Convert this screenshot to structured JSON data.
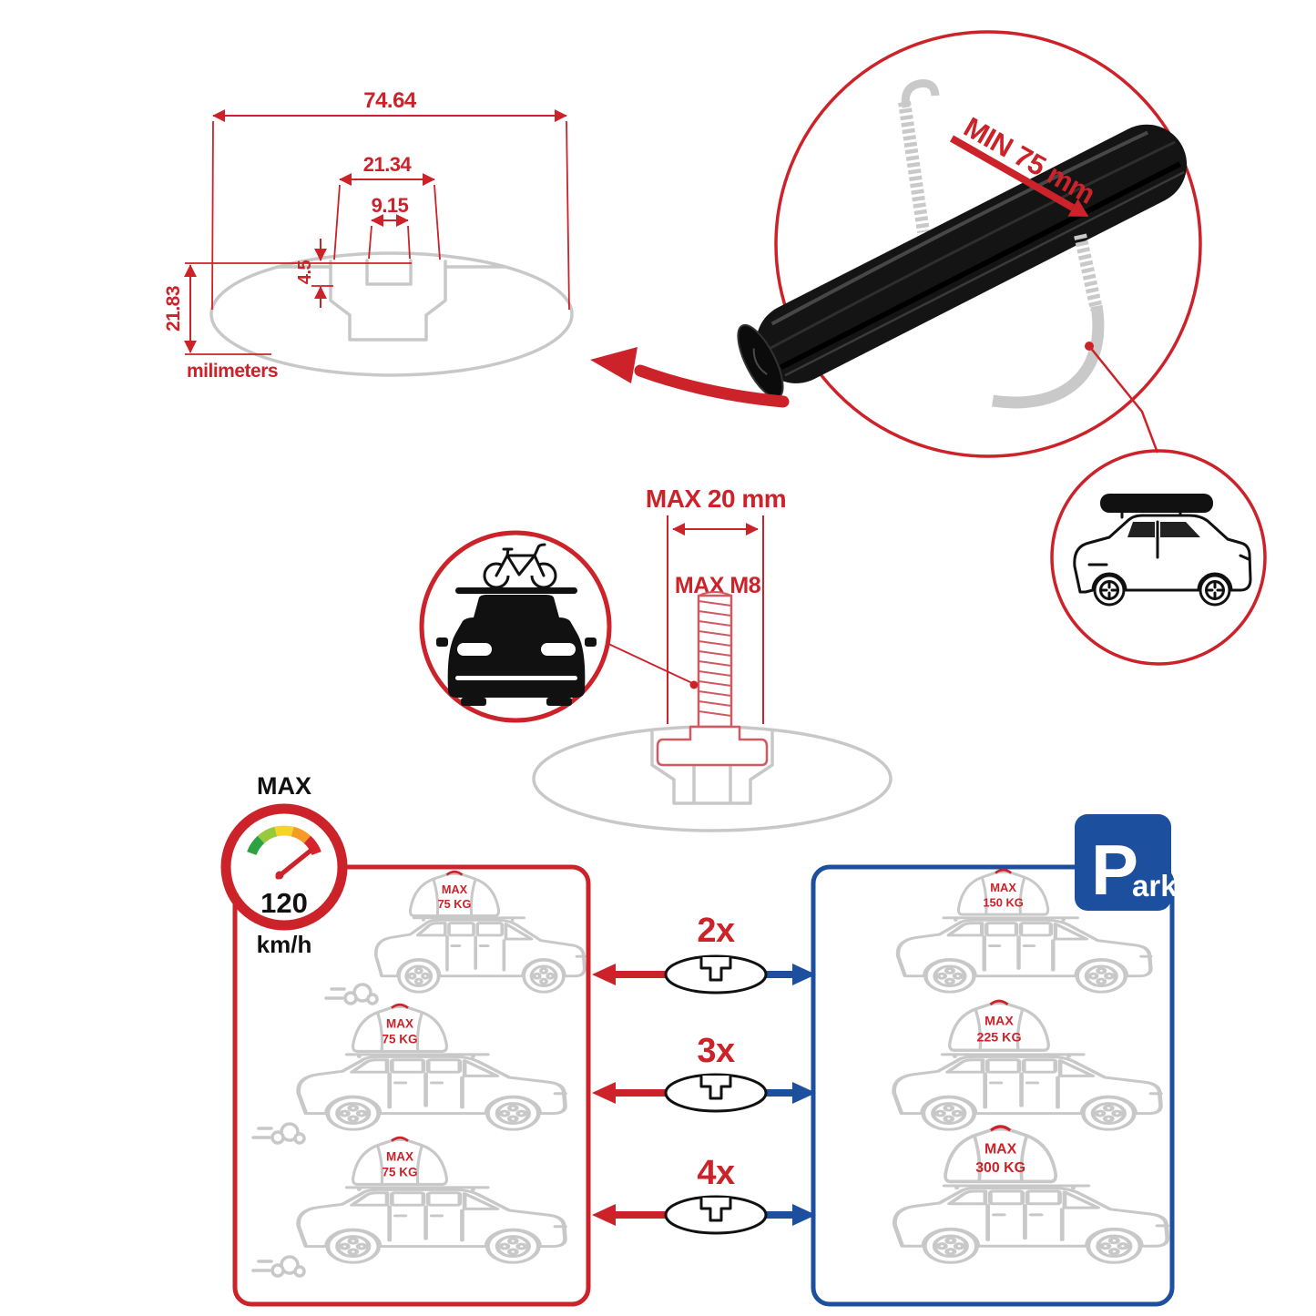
{
  "colors": {
    "red": "#cc2229",
    "blue": "#1c4f9e",
    "gray": "#c8c8c8",
    "ink": "#111111"
  },
  "dimension_diagram": {
    "width_total": "74.64",
    "width_outer": "21.34",
    "width_slot": "9.15",
    "depth_slot": "4.5",
    "height_total": "21.83",
    "units_label": "milimeters"
  },
  "clamp_detail": {
    "min_clamp_width": "MIN 75 mm"
  },
  "bolt_detail": {
    "max_length": "MAX 20 mm",
    "max_thread": "MAX M8"
  },
  "speed_limit": {
    "label": "MAX",
    "value": "120",
    "units": "km/h"
  },
  "parking_sign": {
    "letter": "P",
    "suffix": "ark"
  },
  "capacity": {
    "multipliers": [
      "2x",
      "3x",
      "4x"
    ],
    "moving": [
      {
        "label": "MAX",
        "value": "75 KG"
      },
      {
        "label": "MAX",
        "value": "75 KG"
      },
      {
        "label": "MAX",
        "value": "75 KG"
      }
    ],
    "parked": [
      {
        "label": "MAX",
        "value": "150 KG"
      },
      {
        "label": "MAX",
        "value": "225 KG"
      },
      {
        "label": "MAX",
        "value": "300 KG"
      }
    ]
  }
}
